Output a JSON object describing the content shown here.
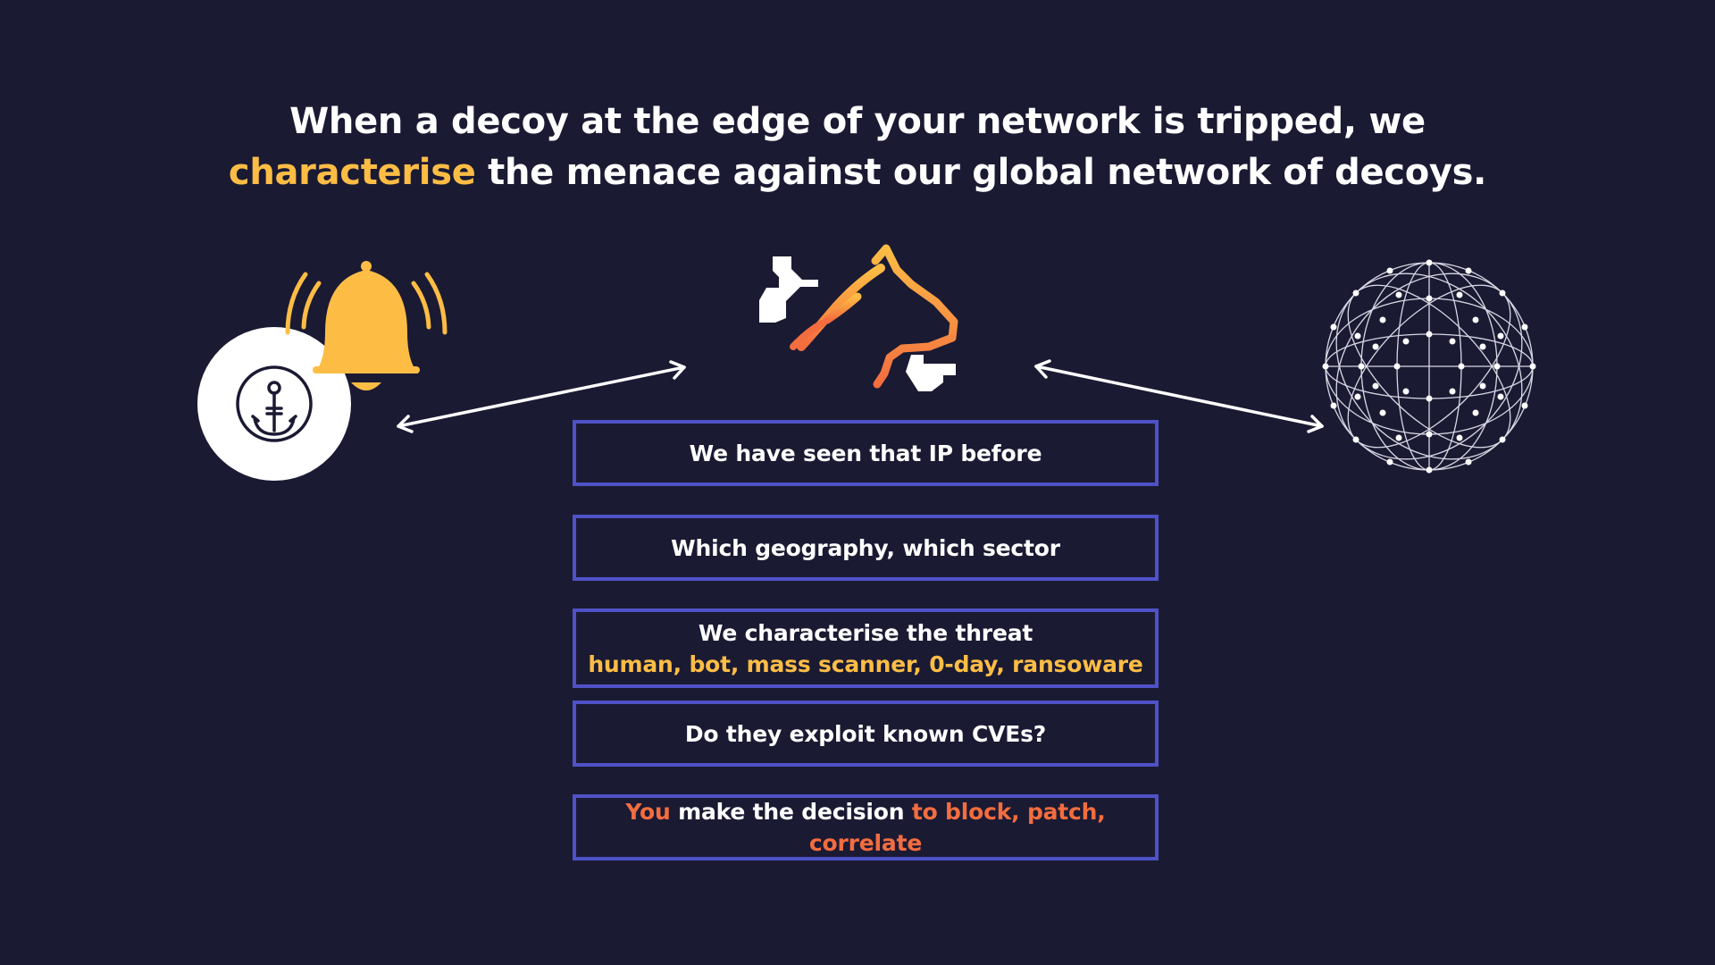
{
  "headline": {
    "part1": "When a decoy at the edge of your network is tripped, we ",
    "highlight": "characterise",
    "part2": " the menace against our global network of decoys."
  },
  "steps": {
    "seen_ip": "We have seen that IP before",
    "geography": "Which geography, which sector",
    "threat_title": "We characterise the threat",
    "threat_types": "human, bot, mass scanner, 0-day, ransoware",
    "cves": "Do they exploit known CVEs?",
    "decision_you": "You",
    "decision_mid": " make the decision ",
    "decision_actions": "to block, patch, correlate"
  },
  "icons": {
    "left": "bell-alert-icon",
    "left_badge": "anchor-hook-icon",
    "center": "wolf-logo-icon",
    "right": "global-network-sphere-icon",
    "arrows": "bidirectional-arrow-icon"
  },
  "colors": {
    "background": "#1b1a33",
    "accent_yellow": "#fdbd45",
    "accent_orange": "#f36d3f",
    "box_border": "#4f52c6"
  }
}
